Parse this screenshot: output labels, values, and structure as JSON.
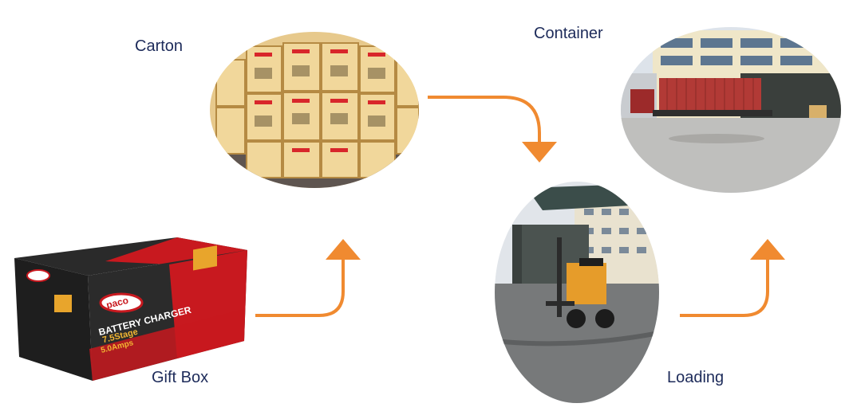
{
  "stages": {
    "carton": {
      "label": "Carton"
    },
    "container": {
      "label": "Container"
    },
    "gift_box": {
      "label": "Gift Box",
      "product": {
        "brand": "paco",
        "title": "BATTERY CHARGER",
        "spec": "7.5Stage",
        "current": "5.0Amps"
      }
    },
    "loading": {
      "label": "Loading"
    }
  },
  "colors": {
    "arrow": "#f08a30",
    "label": "#1d2b5a",
    "box_red": "#c8191f",
    "box_dark": "#1e1e1e"
  },
  "icons": {
    "flow_arrow": "curved-arrow-icon"
  }
}
